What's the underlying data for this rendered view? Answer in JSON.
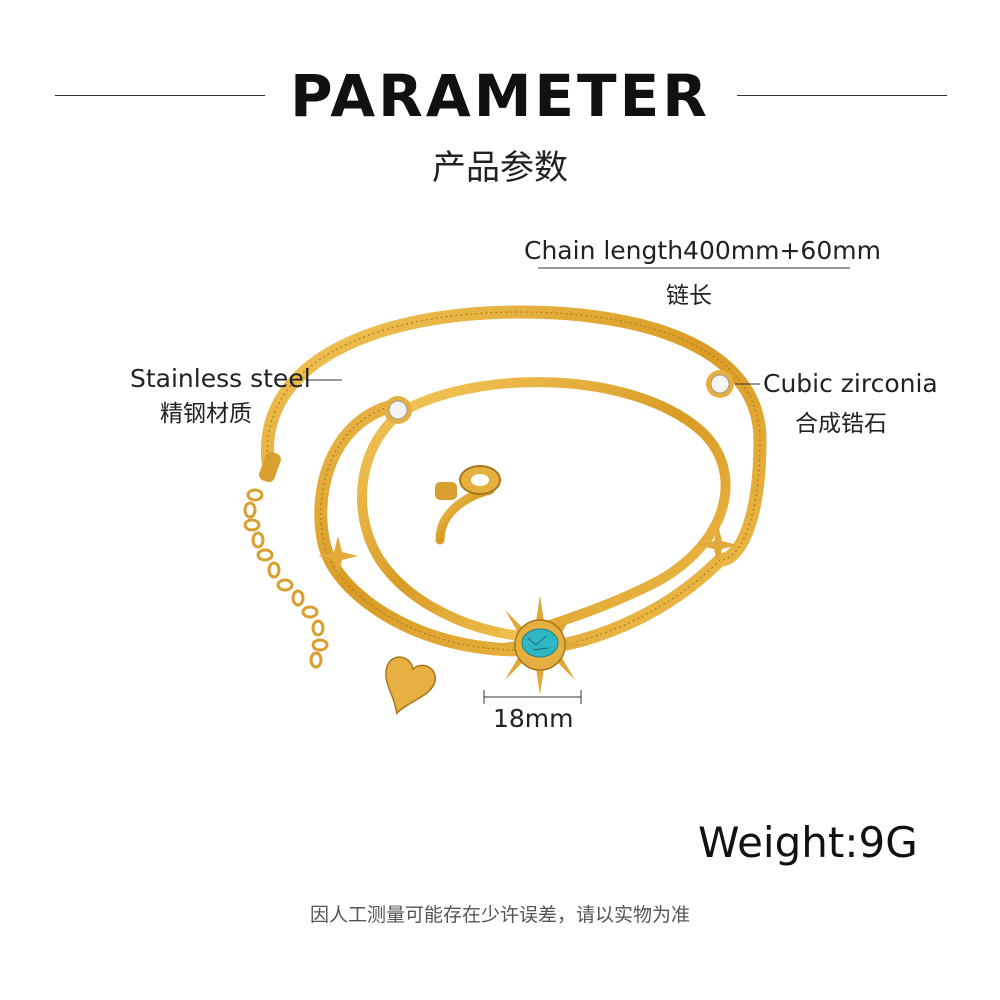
{
  "header": {
    "title": "PARAMETER",
    "subtitle": "产品参数"
  },
  "annotations": {
    "chain_length": {
      "en": "Chain length400mm+60mm",
      "cn": "链长"
    },
    "material": {
      "en": "Stainless steel",
      "cn": "精钢材质"
    },
    "stone": {
      "en": "Cubic zirconia",
      "cn": "合成锆石"
    },
    "pendant_size": "18mm"
  },
  "weight": "Weight:9G",
  "footnote": "因人工测量可能存在少许误差，请以实物为准",
  "colors": {
    "gold": "#e0a93a",
    "gold_dark": "#b07d1c",
    "turquoise": "#2fb8c4",
    "line": "#333333"
  },
  "icons": {
    "product": "gold-necklace-image"
  }
}
